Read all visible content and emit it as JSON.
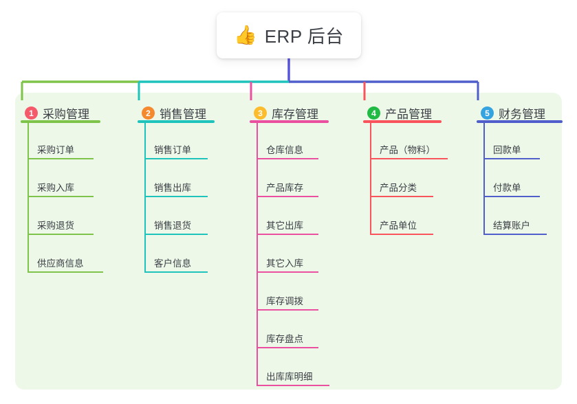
{
  "root": {
    "icon": "thumbs-up-icon",
    "emoji": "👍",
    "title": "ERP 后台"
  },
  "diagram": {
    "type": "mind-map",
    "panel_color": "#eef8e9",
    "root_line_color": "#5755d9"
  },
  "columns": [
    {
      "index": "1",
      "title": "采购管理",
      "badge_color": "#f55a6a",
      "line_color": "#7ec34a",
      "items": [
        {
          "label": "采购订单"
        },
        {
          "label": "采购入库"
        },
        {
          "label": "采购退货"
        },
        {
          "label": "供应商信息"
        }
      ]
    },
    {
      "index": "2",
      "title": "销售管理",
      "badge_color": "#f5892e",
      "line_color": "#1ec4bb",
      "items": [
        {
          "label": "销售订单"
        },
        {
          "label": "销售出库"
        },
        {
          "label": "销售退货"
        },
        {
          "label": "客户信息"
        }
      ]
    },
    {
      "index": "3",
      "title": "库存管理",
      "badge_color": "#fbbc2e",
      "line_color": "#ea4fa0",
      "items": [
        {
          "label": "仓库信息"
        },
        {
          "label": "产品库存"
        },
        {
          "label": "其它出库"
        },
        {
          "label": "其它入库"
        },
        {
          "label": "库存调拨"
        },
        {
          "label": "库存盘点"
        },
        {
          "label": "出库库明细"
        }
      ]
    },
    {
      "index": "4",
      "title": "产品管理",
      "badge_color": "#21ba45",
      "line_color": "#f9535b",
      "items": [
        {
          "label": "产品（物料）"
        },
        {
          "label": "产品分类"
        },
        {
          "label": "产品单位"
        }
      ]
    },
    {
      "index": "5",
      "title": "财务管理",
      "badge_color": "#34a3e0",
      "line_color": "#4f5ecb",
      "items": [
        {
          "label": "回款单"
        },
        {
          "label": "付款单"
        },
        {
          "label": "结算账户"
        }
      ]
    }
  ]
}
